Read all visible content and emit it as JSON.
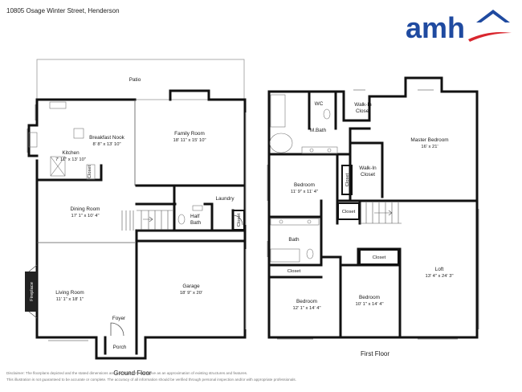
{
  "header": {
    "address": "10805 Osage Winter Street, Henderson",
    "logo_text": "amh",
    "brand_color": "#1f4aa0",
    "accent_color": "#d9262e"
  },
  "ground_floor": {
    "label": "Ground Floor",
    "rooms": {
      "patio": {
        "name": "Patio"
      },
      "breakfast_nook": {
        "name": "Breakfast Nook",
        "dims": "8' 8\" x 13' 10\""
      },
      "kitchen": {
        "name": "Kitchen",
        "dims": "7' 11\" x 13' 10\""
      },
      "family_room": {
        "name": "Family Room",
        "dims": "18' 11\" x 15' 10\""
      },
      "closet_k": {
        "name": "Closet"
      },
      "dining_room": {
        "name": "Dining Room",
        "dims": "17' 1\" x 10' 4\""
      },
      "laundry": {
        "name": "Laundry"
      },
      "half_bath": {
        "name": "Half Bath"
      },
      "closet_g": {
        "name": "Closet"
      },
      "fireplace": {
        "name": "Fireplace"
      },
      "living_room": {
        "name": "Living Room",
        "dims": "11' 1\" x 18' 1\""
      },
      "foyer": {
        "name": "Foyer"
      },
      "porch": {
        "name": "Porch"
      },
      "garage": {
        "name": "Garage",
        "dims": "18' 9\" x 20'"
      }
    }
  },
  "first_floor": {
    "label": "First Floor",
    "rooms": {
      "wc": {
        "name": "WC"
      },
      "walkin_closet_1": {
        "name": "Walk-In Closet"
      },
      "mbath": {
        "name": "M.Bath"
      },
      "master_bedroom": {
        "name": "Master Bedroom",
        "dims": "16' x 21'"
      },
      "walkin_closet_2": {
        "name": "Walk-In Closet"
      },
      "bedroom_1": {
        "name": "Bedroom",
        "dims": "11' 9\" x 11' 4\""
      },
      "closet_b1": {
        "name": "Closet"
      },
      "closet_hall": {
        "name": "Closet"
      },
      "bath": {
        "name": "Bath"
      },
      "closet_b2": {
        "name": "Closet"
      },
      "closet_b3": {
        "name": "Closet"
      },
      "loft": {
        "name": "Loft",
        "dims": "13' 4\" x 24' 3\""
      },
      "bedroom_2": {
        "name": "Bedroom",
        "dims": "12' 1\" x 14' 4\""
      },
      "bedroom_3": {
        "name": "Bedroom",
        "dims": "10' 1\" x 14' 4\""
      }
    }
  },
  "disclaimer": {
    "line1": "Disclaimer: The floorplans depicted and the stated dimensions are indicative only and serve as an approximation of existing structures and features.",
    "line2": "This illustration is not guaranteed to be accurate or complete. The accuracy of all information should be verified through personal inspection and/or with appropriate professionals."
  }
}
